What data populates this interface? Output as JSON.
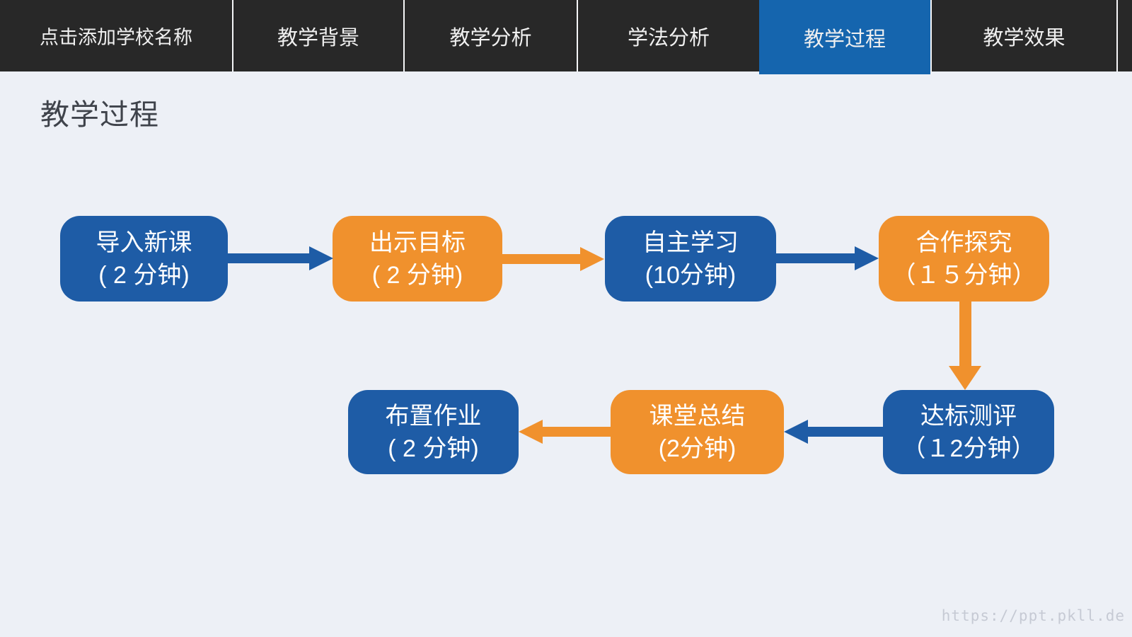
{
  "nav": {
    "tabs": [
      {
        "label": "点击添加学校名称",
        "active": false
      },
      {
        "label": "教学背景",
        "active": false
      },
      {
        "label": "教学分析",
        "active": false
      },
      {
        "label": "学法分析",
        "active": false
      },
      {
        "label": "教学过程",
        "active": true
      },
      {
        "label": "教学效果",
        "active": false
      }
    ]
  },
  "page": {
    "title": "教学过程",
    "watermark": "https://ppt.pkll.de"
  },
  "flowchart": {
    "nodes": [
      {
        "step": 1,
        "title": "导入新课",
        "duration": "( 2 分钟)",
        "color": "blue"
      },
      {
        "step": 2,
        "title": "出示目标",
        "duration": "( 2 分钟)",
        "color": "orange"
      },
      {
        "step": 3,
        "title": "自主学习",
        "duration": "(10分钟)",
        "color": "blue"
      },
      {
        "step": 4,
        "title": "合作探究",
        "duration": "（１５分钟）",
        "color": "orange"
      },
      {
        "step": 5,
        "title": "达标测评",
        "duration": "（１2分钟）",
        "color": "blue"
      },
      {
        "step": 6,
        "title": "课堂总结",
        "duration": "(2分钟)",
        "color": "orange"
      },
      {
        "step": 7,
        "title": "布置作业",
        "duration": "( 2 分钟)",
        "color": "blue"
      }
    ],
    "arrows": [
      {
        "from": 1,
        "to": 2,
        "color": "blue",
        "direction": "right"
      },
      {
        "from": 2,
        "to": 3,
        "color": "orange",
        "direction": "right"
      },
      {
        "from": 3,
        "to": 4,
        "color": "blue",
        "direction": "right"
      },
      {
        "from": 4,
        "to": 5,
        "color": "orange",
        "direction": "down"
      },
      {
        "from": 5,
        "to": 6,
        "color": "blue",
        "direction": "left"
      },
      {
        "from": 6,
        "to": 7,
        "color": "orange",
        "direction": "left"
      }
    ]
  },
  "colors": {
    "box_blue": "#1e5ca6",
    "box_orange": "#f0912d",
    "nav_bg": "#282828",
    "active_tab_blue": "#1565ae",
    "page_bg": "#edf0f6",
    "title_text": "#3f434b",
    "watermark_text": "#c6cad4"
  }
}
